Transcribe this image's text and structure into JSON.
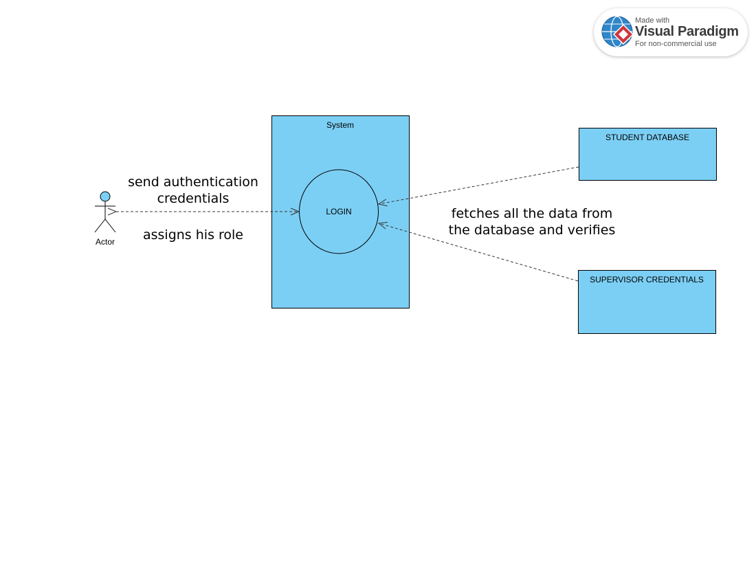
{
  "colors": {
    "element_fill": "#7ccff4",
    "stroke": "#000000",
    "connector": "#333333"
  },
  "diagram": {
    "system": {
      "label": "System"
    },
    "use_case": {
      "label": "LOGIN"
    },
    "actor": {
      "label": "Actor"
    },
    "student_db": {
      "label": "STUDENT DATABASE"
    },
    "supervisor": {
      "label": "SUPERVISOR CREDENTIALS"
    },
    "notes": {
      "send_line1": "send authentication",
      "send_line2": "credentials",
      "assign": "assigns his role",
      "fetch_line1": "fetches all the data from",
      "fetch_line2": "the database and verifies"
    }
  },
  "watermark": {
    "line1": "Made with",
    "line2": "Visual Paradigm",
    "line3": "For non-commercial use",
    "icon": "visual-paradigm-logo"
  }
}
